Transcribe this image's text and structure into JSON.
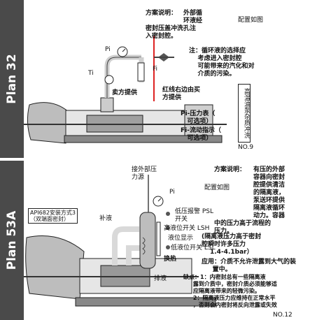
{
  "panel1": {
    "plan_label": "Plan 32",
    "desc_title": "方案说明：",
    "desc_lines": [
      "外部循",
      "环液经",
      "密封压盖冲洗孔注",
      "入密封腔。"
    ],
    "config_label": "配置如图",
    "note_lines": [
      "注：循环液的选择应",
      "    考虑进入密封腔",
      "    可能带来的汽化和对",
      "    介质的污染。"
    ],
    "pi": "Pi",
    "ti": "Ti",
    "fi": "Fi",
    "seller_supply": "卖方提供",
    "red_line_lines": [
      "红线右边由买",
      "方提供"
    ],
    "legend_lines": [
      "Pi-压力表（",
      "   可选项）",
      "Fi-流动指示（",
      "   可选项）"
    ],
    "vertical_box": "高温油泵杂质冲洗",
    "no": "NO.9"
  },
  "panel2": {
    "plan_label": "Plan 53A",
    "connect_ext": [
      "接外部压",
      "力源"
    ],
    "desc_title": "方案说明：",
    "desc_lines": [
      "有压的外部",
      "容器向密封",
      "腔提供清洁",
      "的隔离液，",
      "泵送环提供",
      "隔离液循环",
      "动力。容器"
    ],
    "desc_cont": [
      "中的压力高于流程的",
      "压力。"
    ],
    "config_label": "配置如图",
    "pi": "Pi",
    "psl": "低压报警 PSL",
    "psl2": "开关",
    "lsh": "高液位开关 LSH",
    "level": "液位显示",
    "lsl": "低液位开关 LSL",
    "exchanger": "换热",
    "api_box": [
      "API682安装方式3",
      "（双端面密封）"
    ],
    "fill": "补液",
    "drain": "排液",
    "press_note": [
      "(隔离液压力高于密封",
      "腔瞬时许多压力",
      "1.4-4.1bar）"
    ],
    "apply_lines": [
      "应用：介质不允许泄露到大气的装",
      "     置中。"
    ],
    "cons_lines": [
      "缺点：1：内密封总有一些隔离液",
      "     露到介质中，密封介质必须能够适",
      "     应隔离液带来的轻微污染。",
      "     2：隔离液压力应维持在正常水平",
      "     ，否则会内密封将反向泄露或失效"
    ],
    "no": "NO.12"
  },
  "colors": {
    "sidebar": "#4a4a4a",
    "pipe": "#d9d9d9"
  }
}
